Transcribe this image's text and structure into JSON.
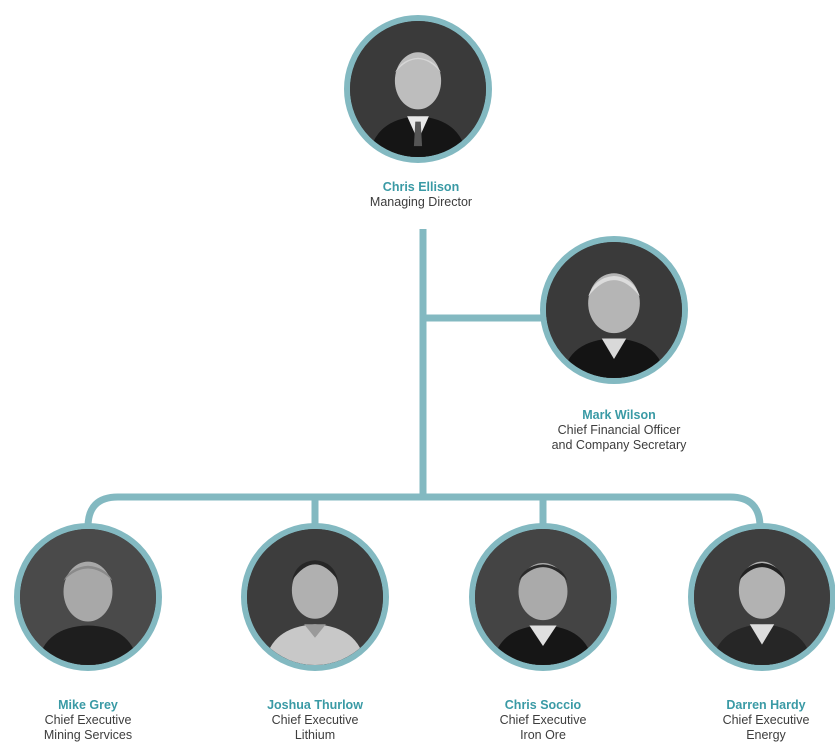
{
  "chart_data": {
    "type": "org-chart",
    "line_color": "#83b9c1",
    "name_color": "#3a9aa5",
    "people": [
      {
        "id": "chris-ellison",
        "name": "Chris Ellison",
        "role_lines": [
          "Managing Director"
        ],
        "reports_to": null
      },
      {
        "id": "mark-wilson",
        "name": "Mark Wilson",
        "role_lines": [
          "Chief Financial Officer",
          "and Company Secretary"
        ],
        "reports_to": "chris-ellison"
      },
      {
        "id": "mike-grey",
        "name": "Mike Grey",
        "role_lines": [
          "Chief Executive",
          "Mining Services"
        ],
        "reports_to": "chris-ellison"
      },
      {
        "id": "joshua-thurlow",
        "name": "Joshua Thurlow",
        "role_lines": [
          "Chief Executive",
          "Lithium"
        ],
        "reports_to": "chris-ellison"
      },
      {
        "id": "chris-soccio",
        "name": "Chris Soccio",
        "role_lines": [
          "Chief Executive",
          "Iron Ore"
        ],
        "reports_to": "chris-ellison"
      },
      {
        "id": "darren-hardy",
        "name": "Darren Hardy",
        "role_lines": [
          "Chief Executive",
          "Energy"
        ],
        "reports_to": "chris-ellison"
      }
    ]
  }
}
